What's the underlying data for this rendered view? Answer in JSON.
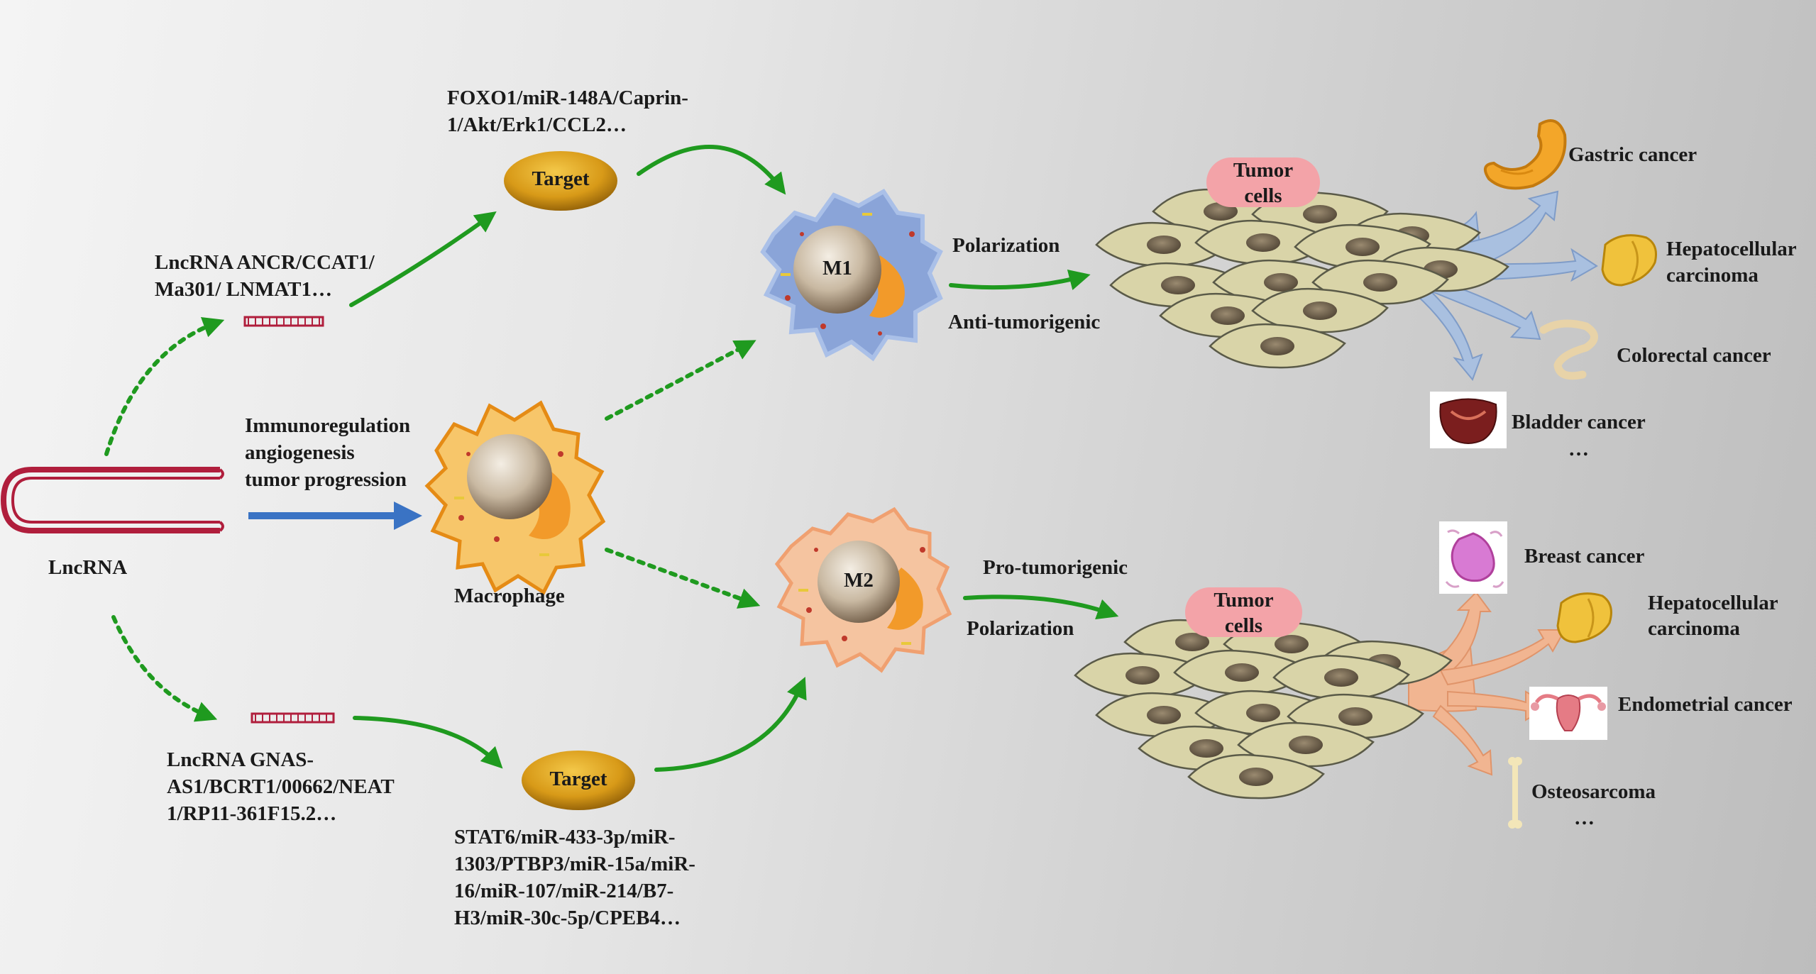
{
  "labels": {
    "lncrna": "LncRNA",
    "macrophage": "Macrophage",
    "functions": [
      "Immunoregulation",
      "angiogenesis",
      "tumor progression"
    ],
    "upper_lncrna": [
      "LncRNA ANCR/CCAT1/",
      "Ma301/ LNMAT1…"
    ],
    "lower_lncrna": [
      "LncRNA GNAS-",
      "AS1/BCRT1/00662/NEAT",
      "1/RP11-361F15.2…"
    ],
    "upper_targets": [
      "FOXO1/miR-148A/Caprin-",
      "1/Akt/Erk1/CCL2…"
    ],
    "lower_targets": [
      "STAT6/miR-433-3p/miR-",
      "1303/PTBP3/miR-15a/miR-",
      "16/miR-107/miR-214/B7-",
      "H3/miR-30c-5p/CPEB4…"
    ],
    "target_top": "Target",
    "target_bottom": "Target",
    "m1": "M1",
    "m2": "M2",
    "m1_polarization": "Polarization",
    "m1_effect": "Anti-tumorigenic",
    "m2_effect": "Pro-tumorigenic",
    "m2_polarization": "Polarization",
    "tumor_top": [
      "Tumor",
      "cells"
    ],
    "tumor_bottom": [
      "Tumor",
      "cells"
    ]
  },
  "m1_cancers": {
    "gastric": "Gastric cancer",
    "hcc": [
      "Hepatocellular",
      "carcinoma"
    ],
    "colorectal": "Colorectal cancer",
    "bladder": "Bladder cancer",
    "more": "…"
  },
  "m2_cancers": {
    "breast": "Breast cancer",
    "hcc": [
      "Hepatocellular",
      "carcinoma"
    ],
    "endometrial": "Endometrial cancer",
    "osteosarcoma": "Osteosarcoma",
    "more": "…"
  },
  "colors": {
    "green_arrow": "#1f9a1f",
    "blue_arrow": "#3a73c4",
    "rna": "#b01e3c",
    "target_gold": "#c98a12",
    "m1_body": "#8aa4d8",
    "m2_body": "#f5c4a0",
    "macrophage_body": "#f7c66a",
    "nucleus": "#b8a48e",
    "tumor_badge": "#f3a3a8",
    "cell_fill": "#d9d4a8",
    "m1_burst": "#a9c0e0",
    "m2_burst": "#f1b591"
  },
  "icons": [
    "rna-hairpin-icon",
    "rna-fragment-icon",
    "stomach-icon",
    "liver-icon",
    "intestine-icon",
    "bladder-icon",
    "breast-tissue-icon",
    "uterus-icon",
    "bone-icon"
  ]
}
